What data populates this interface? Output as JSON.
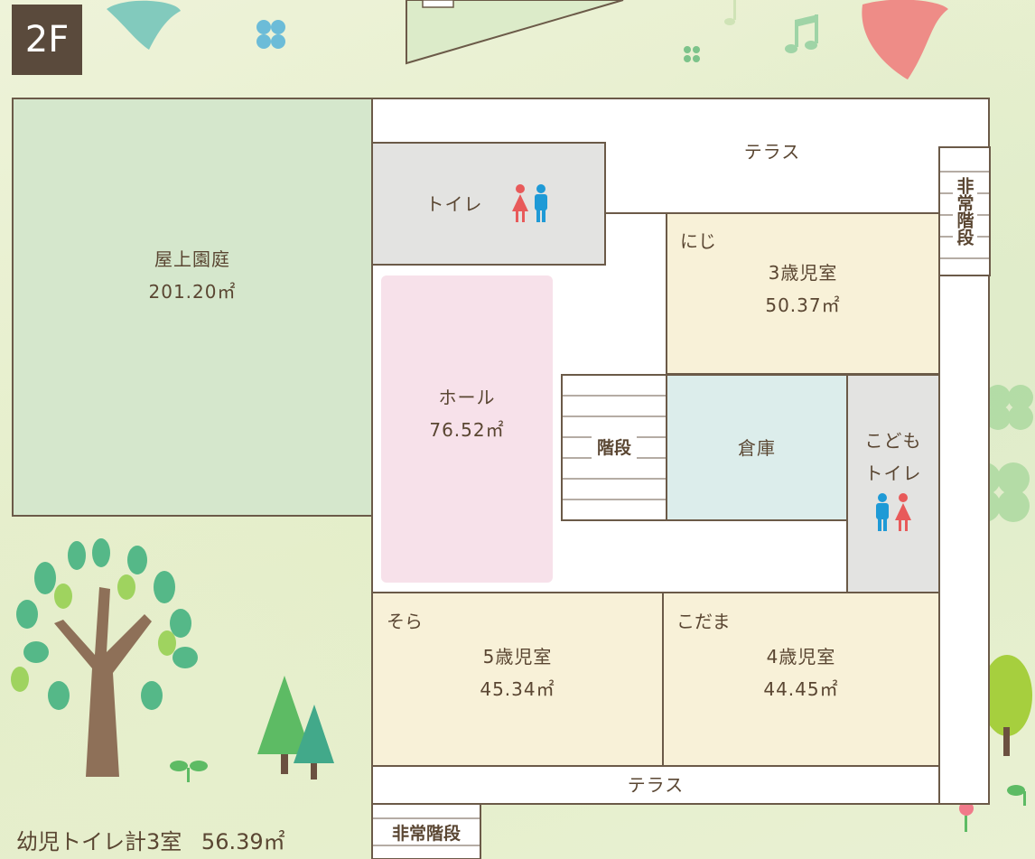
{
  "floor_label": "2F",
  "rooms": {
    "rooftop_garden": {
      "name": "屋上園庭",
      "area": "201.20㎡"
    },
    "terrace_top": {
      "name": "テラス"
    },
    "toilet": {
      "name": "トイレ"
    },
    "emergency_stairs_right": {
      "name": "非常階段"
    },
    "age3": {
      "nickname": "にじ",
      "name": "3歳児室",
      "area": "50.37㎡"
    },
    "hall": {
      "name": "ホール",
      "area": "76.52㎡"
    },
    "stairs": {
      "name": "階段"
    },
    "storage": {
      "name": "倉庫"
    },
    "kids_toilet": {
      "name_line1": "こども",
      "name_line2": "トイレ"
    },
    "age5": {
      "nickname": "そら",
      "name": "5歳児室",
      "area": "45.34㎡"
    },
    "age4": {
      "nickname": "こだま",
      "name": "4歳児室",
      "area": "44.45㎡"
    },
    "terrace_bottom": {
      "name": "テラス"
    },
    "emergency_stairs_bottom": {
      "name": "非常階段"
    }
  },
  "footer": {
    "toilet_summary": "幼児トイレ計3室",
    "toilet_area": "56.39㎡"
  },
  "colors": {
    "garden": "#d3e6cc",
    "hall": "#f6dfe8",
    "room": "#f8f1d7",
    "storage": "#dcedeb",
    "toilet": "#e2e2e2",
    "wall": "#6b5a48",
    "female": "#e85a5a",
    "male": "#1f9ad6"
  },
  "icons": [
    "toilet-icon",
    "tree-icon",
    "bird-icon",
    "clover-icon",
    "music-note-icon",
    "sprout-icon"
  ]
}
